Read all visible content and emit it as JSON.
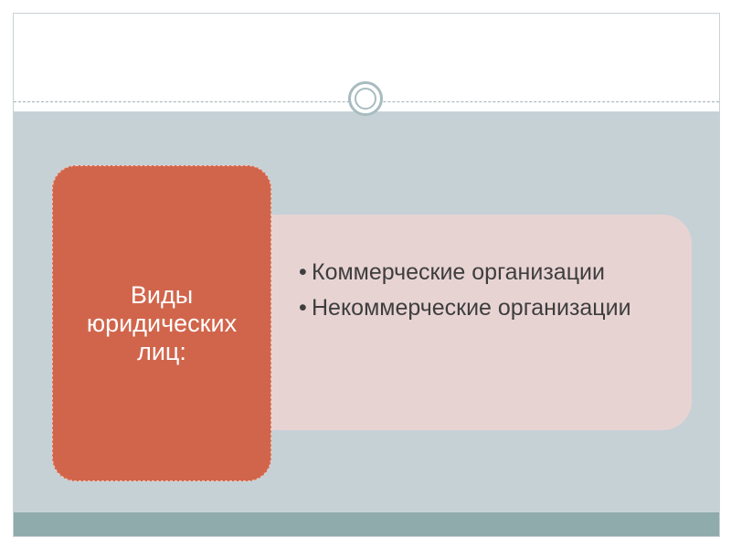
{
  "diagram": {
    "title": "Виды юридических лиц:",
    "items": [
      "Коммерческие организации",
      "Некоммерческие организации"
    ]
  },
  "colors": {
    "title_box": "#d1654b",
    "items_panel": "#e8d3d3",
    "slide_body": "#c6d1d6",
    "footer_bar": "#8fabab"
  }
}
